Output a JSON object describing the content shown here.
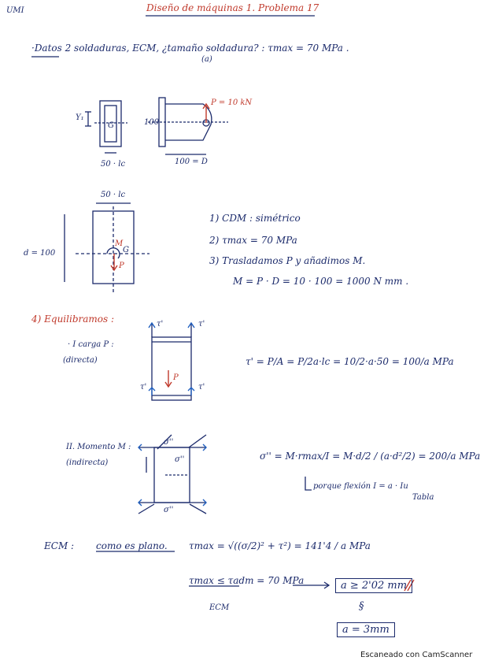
{
  "header": {
    "corner": "UMI",
    "title": "Diseño de máquinas 1. Problema 17"
  },
  "datos": {
    "line": "·Datos 2 soldaduras, ECM, ¿tamaño soldadura? : τmax = 70 MPa .",
    "sub": "(a)"
  },
  "fig1": {
    "y1": "Y₁",
    "g": "G",
    "w": "50 · lc",
    "h": "100",
    "force": "P = 10 kN",
    "len": "100 = D"
  },
  "fig2": {
    "width": "50 · lc",
    "d": "d = 100",
    "m": "M",
    "g": "G",
    "p": "P"
  },
  "steps": [
    "1) CDM : simétrico",
    "2) τmax = 70 MPa",
    "3) Trasladamos P y añadimos M.",
    "M = P · D = 10 · 100 = 1000 N mm ."
  ],
  "equil": {
    "title": "4) Equilibramos :",
    "case1": "· I carga P :",
    "case1b": "(directa)",
    "tau": "τ'",
    "p": "P",
    "formula": "τ' = P/A = P/2a·lc = 10/2·a·50 = 100/a MPa"
  },
  "moment": {
    "case2": "II. Momento M :",
    "case2b": "(indirecta)",
    "sigma": "σ''",
    "formula": "σ'' = M·rmax/I = M·d/2 / (a·d²/2) = 200/a MPa",
    "note": "porque flexión  I = a · Iu",
    "note2": "Tabla"
  },
  "ecm": {
    "label": "ECM :",
    "plane": "como es plano.",
    "formula": "τmax = √((σ/2)² + τ²) = 141'4 / a MPa",
    "ineq": "τmax ≤ τadm = 70 MPa",
    "sub": "ECM",
    "res1": "a ≥ 2'02 mm",
    "sym": "§",
    "res2": "a = 3mm"
  },
  "footer": {
    "watermark": "Escaneado con CamScanner"
  }
}
